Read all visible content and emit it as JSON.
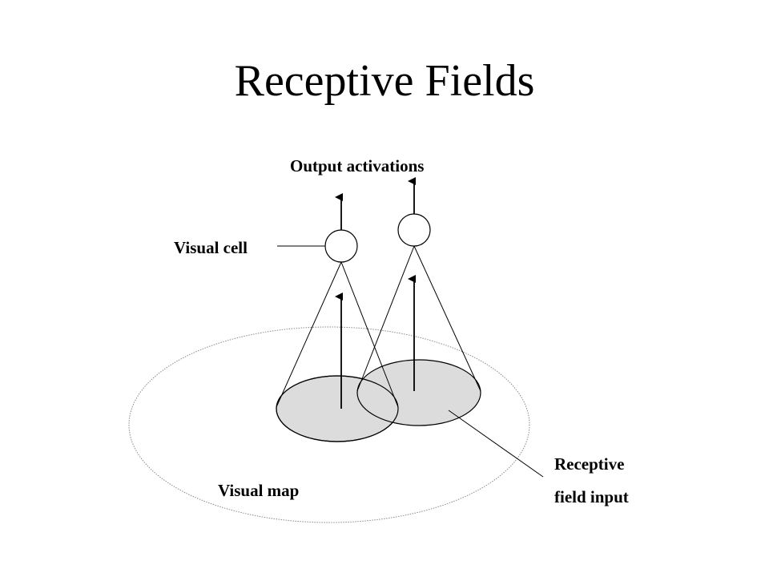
{
  "title": "Receptive Fields",
  "labels": {
    "output_activations": "Output activations",
    "visual_cell": "Visual cell",
    "visual_map": "Visual map",
    "receptive_line1": "Receptive",
    "receptive_line2": "field input"
  },
  "colors": {
    "background": "#ffffff",
    "stroke": "#000000",
    "field_fill": "#dcdcdc",
    "map_stroke": "#8a8a8a"
  }
}
